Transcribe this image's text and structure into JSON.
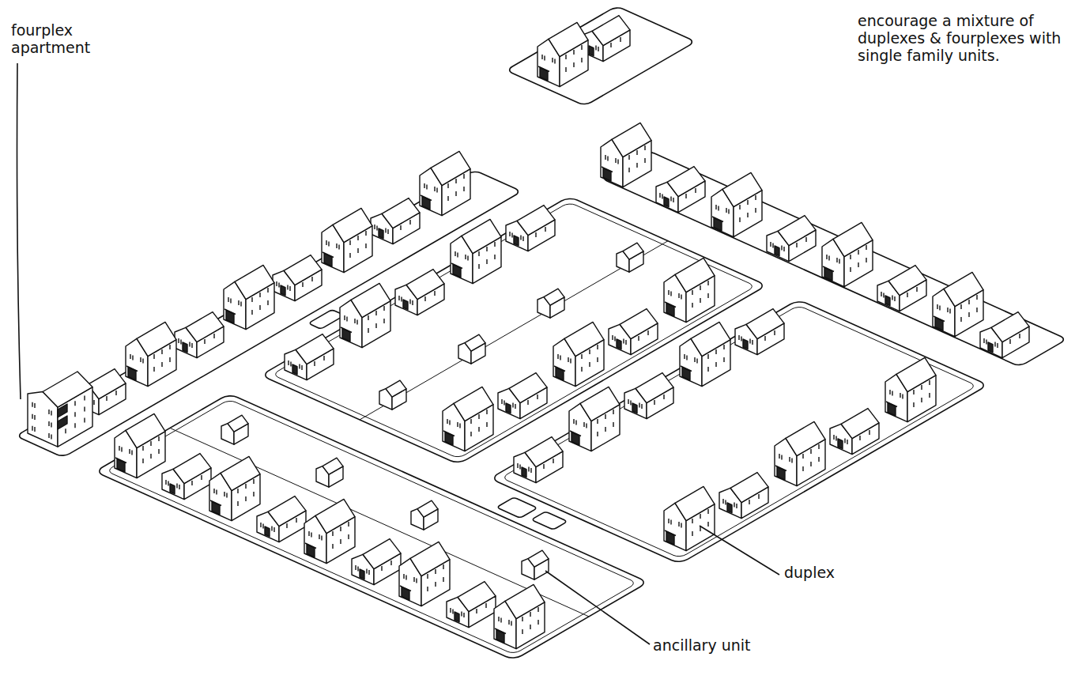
{
  "diagram": {
    "labels": [
      "encourage a mixture of duplexes & fourplexes with single family units.",
      "fourplex apartment",
      "duplex",
      "ancillary unit"
    ]
  }
}
